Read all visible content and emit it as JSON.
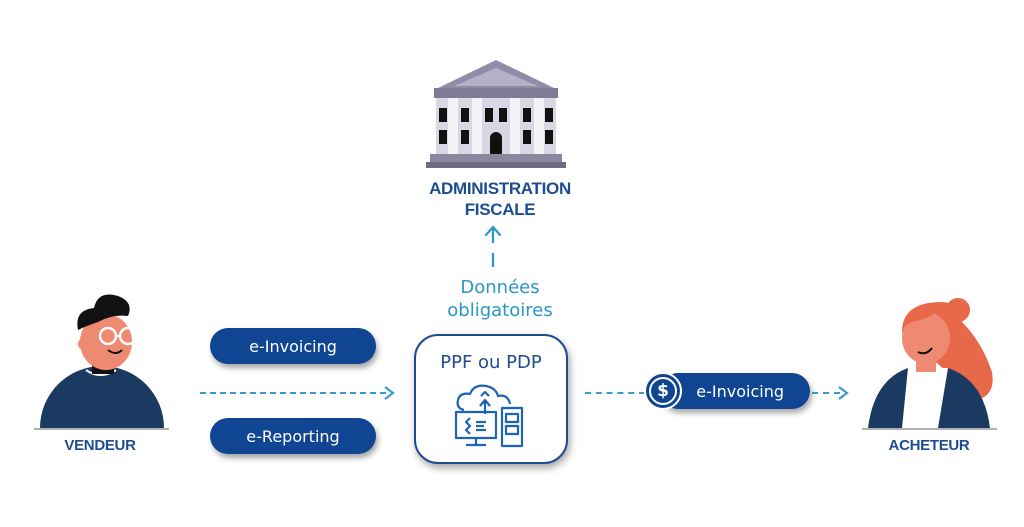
{
  "top": {
    "entity_label_line1": "ADMINISTRATION",
    "entity_label_line2": "FISCALE",
    "icon": "government-building-icon"
  },
  "flow_up": {
    "label_line1": "Données",
    "label_line2": "obligatoires"
  },
  "seller": {
    "label": "VENDEUR",
    "icon": "man-avatar-icon"
  },
  "buyer": {
    "label": "ACHETEUR",
    "icon": "woman-avatar-icon"
  },
  "left_flows": {
    "top_pill": "e-Invoicing",
    "bottom_pill": "e-Reporting"
  },
  "platform": {
    "title": "PPF ou PDP",
    "icon": "cloud-computer-server-icon"
  },
  "right_flow": {
    "pill": "e-Invoicing",
    "icon": "dollar-icon"
  },
  "colors": {
    "dark_blue": "#1d4d91",
    "pill_blue": "#0f4592",
    "light_blue": "#2a95c6",
    "skin": "#ee8a72",
    "hair_orange": "#e8684a",
    "navy": "#1b3a62"
  }
}
